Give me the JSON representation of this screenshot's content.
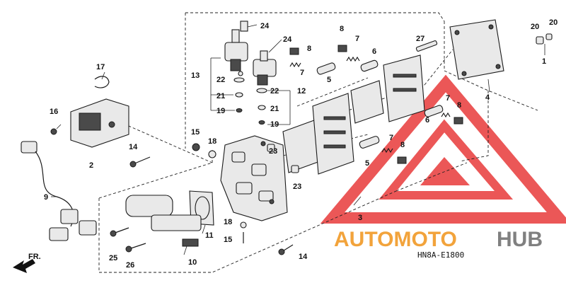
{
  "diagram": {
    "code": "HN8A-E1800",
    "direction_label": "FR."
  },
  "watermark": {
    "brand_part1": "AUTOMOTO",
    "brand_part2": "HUB",
    "accent_color": "#f2a33b",
    "triangle_color": "#e83a3a",
    "gray_color": "#808080"
  },
  "callouts": [
    {
      "id": "c1",
      "label": "1"
    },
    {
      "id": "c2",
      "label": "2"
    },
    {
      "id": "c3",
      "label": "3"
    },
    {
      "id": "c4",
      "label": "4"
    },
    {
      "id": "c5a",
      "label": "5"
    },
    {
      "id": "c5b",
      "label": "5"
    },
    {
      "id": "c6a",
      "label": "6"
    },
    {
      "id": "c6b",
      "label": "6"
    },
    {
      "id": "c7a",
      "label": "7"
    },
    {
      "id": "c7b",
      "label": "7"
    },
    {
      "id": "c7c",
      "label": "7"
    },
    {
      "id": "c7d",
      "label": "7"
    },
    {
      "id": "c8a",
      "label": "8"
    },
    {
      "id": "c8b",
      "label": "8"
    },
    {
      "id": "c8c",
      "label": "8"
    },
    {
      "id": "c8d",
      "label": "8"
    },
    {
      "id": "c9",
      "label": "9"
    },
    {
      "id": "c10",
      "label": "10"
    },
    {
      "id": "c11",
      "label": "11"
    },
    {
      "id": "c12",
      "label": "12"
    },
    {
      "id": "c13",
      "label": "13"
    },
    {
      "id": "c14a",
      "label": "14"
    },
    {
      "id": "c14b",
      "label": "14"
    },
    {
      "id": "c15a",
      "label": "15"
    },
    {
      "id": "c15b",
      "label": "15"
    },
    {
      "id": "c16",
      "label": "16"
    },
    {
      "id": "c17",
      "label": "17"
    },
    {
      "id": "c18a",
      "label": "18"
    },
    {
      "id": "c18b",
      "label": "18"
    },
    {
      "id": "c19a",
      "label": "19"
    },
    {
      "id": "c19b",
      "label": "19"
    },
    {
      "id": "c20a",
      "label": "20"
    },
    {
      "id": "c20b",
      "label": "20"
    },
    {
      "id": "c21a",
      "label": "21"
    },
    {
      "id": "c21b",
      "label": "21"
    },
    {
      "id": "c22a",
      "label": "22"
    },
    {
      "id": "c22b",
      "label": "22"
    },
    {
      "id": "c23a",
      "label": "23"
    },
    {
      "id": "c23b",
      "label": "23"
    },
    {
      "id": "c24a",
      "label": "24"
    },
    {
      "id": "c24b",
      "label": "24"
    },
    {
      "id": "c25",
      "label": "25"
    },
    {
      "id": "c26",
      "label": "26"
    },
    {
      "id": "c27",
      "label": "27"
    }
  ]
}
